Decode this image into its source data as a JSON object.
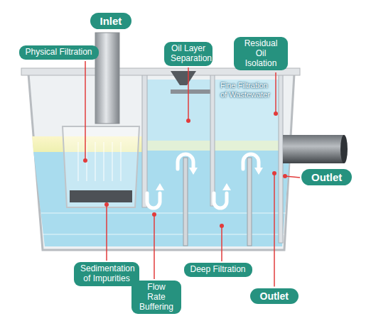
{
  "diagram": {
    "nodes": [
      {
        "text": [
          "Inlet"
        ]
      },
      {
        "text": [
          "Physical Filtration"
        ]
      },
      {
        "text": [
          "Oil Layer Separation"
        ]
      },
      {
        "text": [
          "Residual Oil Isolation"
        ]
      },
      {
        "text": [
          "Outlet"
        ]
      },
      {
        "text": [
          "Sedimentation of Impurities"
        ]
      },
      {
        "text": [
          "Deep Filtration"
        ]
      },
      {
        "text": [
          "Flow Rate Buffering"
        ]
      },
      {
        "text": [
          "Outlet"
        ]
      }
    ],
    "labels": [
      "Fine Filtration of Wastewater"
    ]
  }
}
